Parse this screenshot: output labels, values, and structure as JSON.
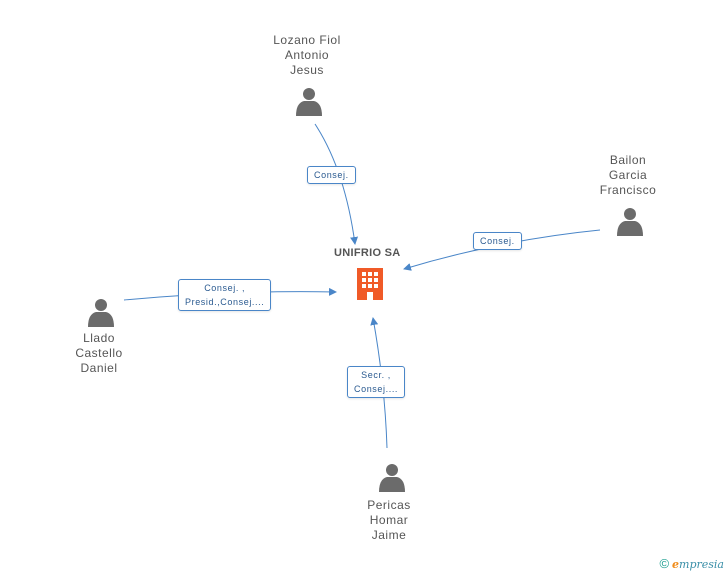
{
  "company": {
    "name": "UNIFRIO SA"
  },
  "persons": [
    {
      "id": "lozano",
      "lines": [
        "Lozano Fiol",
        "Antonio",
        "Jesus"
      ]
    },
    {
      "id": "bailon",
      "lines": [
        "Bailon",
        "Garcia",
        "Francisco"
      ]
    },
    {
      "id": "llado",
      "lines": [
        "Llado",
        "Castello",
        "Daniel"
      ]
    },
    {
      "id": "pericas",
      "lines": [
        "Pericas",
        "Homar",
        "Jaime"
      ]
    }
  ],
  "edges": [
    {
      "from": "lozano",
      "lines": [
        "Consej."
      ]
    },
    {
      "from": "bailon",
      "lines": [
        "Consej."
      ]
    },
    {
      "from": "llado",
      "lines": [
        "Consej. ,",
        "Presid.,Consej...."
      ]
    },
    {
      "from": "pericas",
      "lines": [
        "Secr. ,",
        "Consej...."
      ]
    }
  ],
  "footer": {
    "copyright": "©",
    "brand_initial": "e",
    "brand_rest": "mpresia"
  },
  "colors": {
    "edge": "#4a86c8",
    "person_icon": "#6b6b6b",
    "company_icon": "#f05a28",
    "label_text": "#2a5a90"
  }
}
